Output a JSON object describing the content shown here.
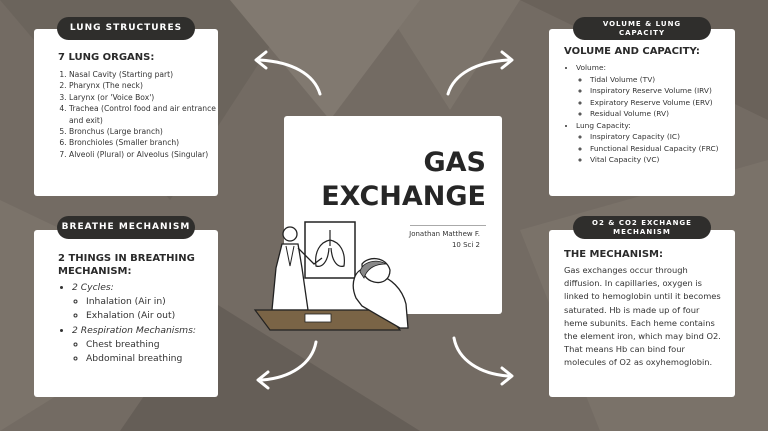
{
  "center": {
    "title_line1": "GAS",
    "title_line2": "EXCHANGE",
    "author": "Jonathan Matthew F.",
    "class": "10 Sci 2"
  },
  "lung_structures": {
    "pill": "LUNG STRUCTURES",
    "heading": "7 LUNG ORGANS:",
    "items": [
      "Nasal Cavity (Starting part)",
      "Pharynx (The neck)",
      "Larynx (or 'Voice Box')",
      "Trachea (Control food and air entrance and exit)",
      "Bronchus (Large branch)",
      "Bronchioles (Smaller branch)",
      "Alveoli (Plural) or Alveolus (Singular)"
    ]
  },
  "breathe": {
    "pill": "BREATHE MECHANISM",
    "heading": "2 THINGS IN BREATHING MECHANISM:",
    "cycles_label": "2 Cycles:",
    "cycles": [
      "Inhalation (Air in)",
      "Exhalation (Air out)"
    ],
    "resp_label": "2 Respiration Mechanisms:",
    "resp": [
      "Chest breathing",
      "Abdominal breathing"
    ]
  },
  "volume": {
    "pill_line1": "VOLUME & LUNG",
    "pill_line2": "CAPACITY",
    "heading": "VOLUME AND CAPACITY:",
    "volume_label": "Volume:",
    "volume_items": [
      "Tidal Volume (TV)",
      "Inspiratory Reserve Volume (IRV)",
      "Expiratory Reserve Volume (ERV)",
      "Residual Volume (RV)"
    ],
    "capacity_label": "Lung Capacity:",
    "capacity_items": [
      "Inspiratory Capacity (IC)",
      "Functional Residual Capacity (FRC)",
      "Vital Capacity (VC)"
    ]
  },
  "mechanism": {
    "pill_line1": "O2 & CO2 EXCHANGE",
    "pill_line2": "MECHANISM",
    "heading": "THE MECHANISM:",
    "body": "Gas exchanges occur through diffusion. In capillaries, oxygen is linked to hemoglobin until it becomes saturated. Hb is made up of four heme subunits. Each heme contains the element iron, which may bind O2. That means Hb can bind four molecules of O2 as oxyhemoglobin."
  },
  "colors": {
    "background": "#736b63",
    "card": "#ffffff",
    "pill": "#2f2e2c",
    "text": "#2a2a2a"
  }
}
